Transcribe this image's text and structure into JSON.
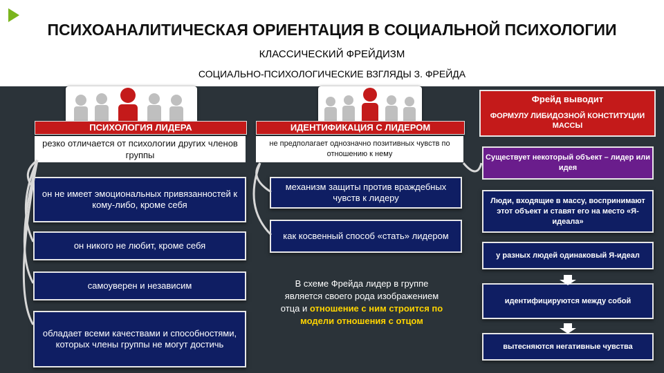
{
  "title": "ПСИХОАНАЛИТИЧЕСКАЯ ОРИЕНТАЦИЯ В СОЦИАЛЬНОЙ ПСИХОЛОГИИ",
  "subtitle1": "КЛАССИЧЕСКИЙ ФРЕЙДИЗМ",
  "subtitle2": "СОЦИАЛЬНО-ПСИХОЛОГИЧЕСКИЕ ВЗГЛЯДЫ З. ФРЕЙДА",
  "left": {
    "header": "ПСИХОЛОГИЯ ЛИДЕРА",
    "desc": "резко отличается от психологии других членов группы",
    "items": [
      "он не имеет эмоциональных привязанностей к кому-либо, кроме себя",
      "он никого не любит, кроме себя",
      "самоуверен и независим",
      "обладает всеми качествами и способностями, которых члены группы не могут достичь"
    ]
  },
  "middle": {
    "header": "ИДЕНТИФИКАЦИЯ С ЛИДЕРОМ",
    "desc": "не предполагает однозначно позитивных чувств по отношению к нему",
    "items": [
      "механизм защиты против враждебных чувств к лидеру",
      "как косвенный способ «стать» лидером"
    ],
    "scheme_plain": "В схеме Фрейда лидер в группе является своего рода изображением отца и",
    "scheme_highlight": "отношение с ним строится по модели отношения с отцом"
  },
  "right": {
    "header_line1": "Фрейд выводит",
    "header_line2": "ФОРМУЛУ ЛИБИДОЗНОЙ КОНСТИТУЦИИ МАССЫ",
    "purple": "Существует некоторый объект – лидер или идея",
    "steps": [
      "Люди, входящие в массу, воспринимают этот объект и ставят его на место «Я-идеала»",
      "у разных людей одинаковый Я-идеал",
      "идентифицируются между собой",
      "вытесняются негативные чувства"
    ]
  },
  "colors": {
    "red": "#c41a1a",
    "navy": "#0f1e63",
    "purple": "#6a1d8c",
    "highlight": "#ffd400",
    "background": "#2b3339"
  }
}
